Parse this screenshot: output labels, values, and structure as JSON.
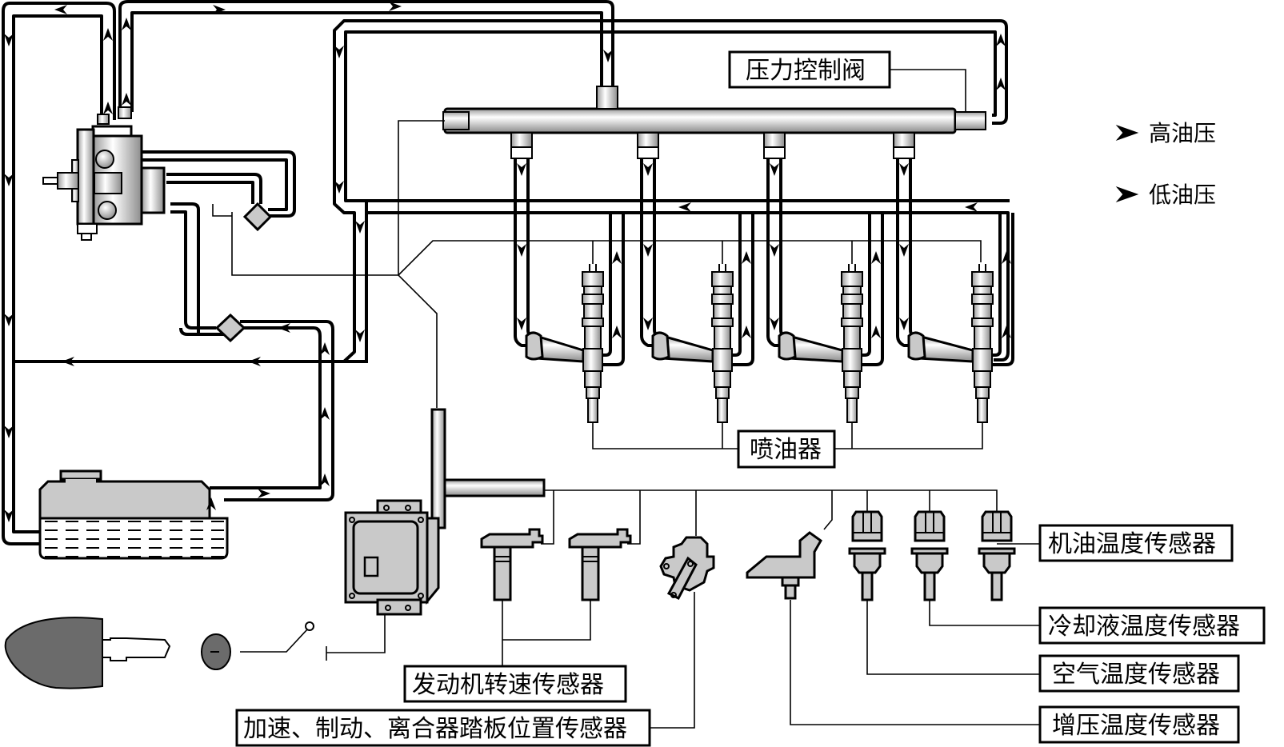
{
  "diagram": {
    "subject": "Common-rail diesel fuel injection system",
    "legend": [
      {
        "symbol": "arrowhead",
        "label": "高油压"
      },
      {
        "symbol": "arrowhead",
        "label": "低油压"
      }
    ],
    "labels": {
      "pressure_control_valve": "压力控制阀",
      "injectors": "喷油器",
      "oil_temp_sensor": "机油温度传感器",
      "coolant_temp_sensor": "冷却液温度传感器",
      "air_temp_sensor": "空气温度传感器",
      "boost_temp_sensor": "增压温度传感器",
      "engine_speed_sensor": "发动机转速传感器",
      "pedal_position_sensor": "加速、制动、离合器踏板位置传感器"
    },
    "components": [
      "high-pressure-pump",
      "fuel-filter",
      "fuel-tank",
      "common-rail",
      "pressure-control-valve",
      "injector-1",
      "injector-2",
      "injector-3",
      "injector-4",
      "ecu",
      "ignition-key",
      "ignition-switch",
      "engine-speed-sensor-1",
      "engine-speed-sensor-2",
      "pedal-position-sensor",
      "boost-temp-sensor",
      "air-temp-sensor",
      "coolant-temp-sensor",
      "oil-temp-sensor"
    ],
    "colors": {
      "line": "#000000",
      "part_fill": "#c9c9c9",
      "key_fill": "#6b6b6b",
      "background": "#ffffff"
    }
  }
}
